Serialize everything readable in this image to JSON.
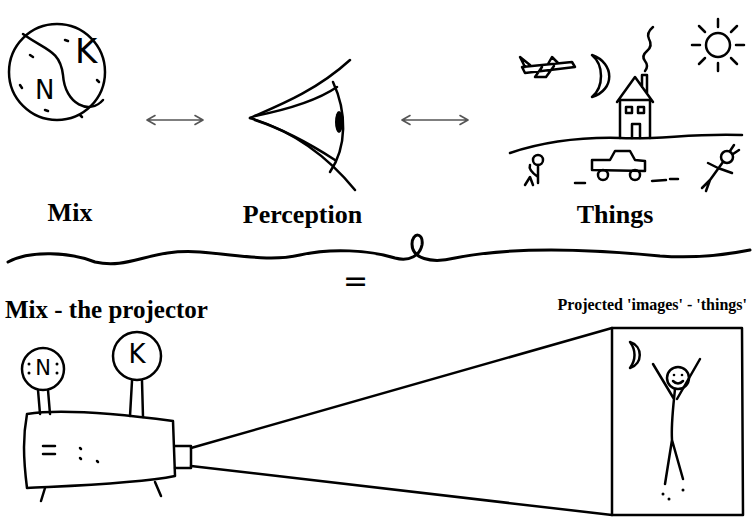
{
  "diagram": {
    "nodes": [
      {
        "text": [
          "K",
          "N",
          "Mix"
        ]
      },
      {
        "text": [
          "Perception"
        ]
      },
      {
        "text": [
          "Things"
        ]
      },
      {
        "text": [
          "Mix - the projector"
        ]
      },
      {
        "text": [
          "N"
        ],
        "in": 3
      },
      {
        "text": [
          "K"
        ],
        "in": 3
      },
      {
        "text": [
          "Projected 'images' - 'things'"
        ]
      }
    ],
    "edges": [
      {
        "from": 0,
        "to": 1,
        "arrow": "both"
      },
      {
        "from": 1,
        "to": 2,
        "arrow": "both"
      }
    ],
    "labels": [
      "="
    ]
  }
}
